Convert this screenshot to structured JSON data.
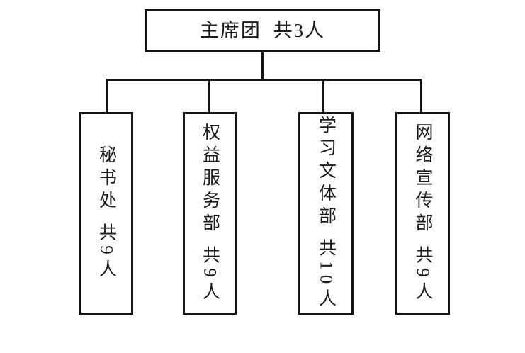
{
  "diagram": {
    "type": "org-chart",
    "unit": "人",
    "root": {
      "label": "主席团 共3人",
      "name": "主席团",
      "count": 3
    },
    "children": [
      {
        "label": "秘书处 共9人",
        "name": "秘书处",
        "count": 9
      },
      {
        "label": "权益服务部 共9人",
        "name": "权益服务部",
        "count": 9
      },
      {
        "label": "学习文体部 共10人",
        "name": "学习文体部",
        "count": 10
      },
      {
        "label": "网络宣传部 共9人",
        "name": "网络宣传部",
        "count": 9
      }
    ],
    "colors": {
      "background": "#ffffff",
      "line": "#141414",
      "box_border": "#141414",
      "text": "#1a1a1a"
    }
  }
}
